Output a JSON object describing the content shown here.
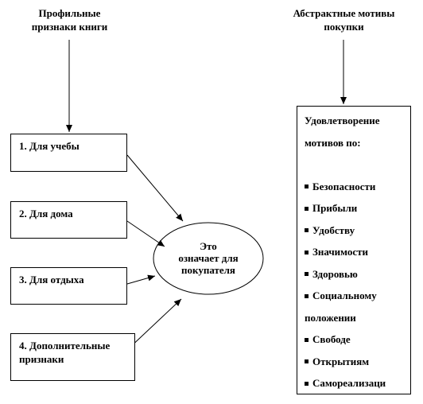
{
  "left_heading": [
    "Профильные",
    "признаки книги"
  ],
  "right_heading": [
    "Абстрактные мотивы",
    "покупки"
  ],
  "left_boxes": [
    {
      "label": "1. Для учебы"
    },
    {
      "label": "2. Для дома"
    },
    {
      "label": "3. Для отдыха"
    },
    {
      "label": "4. Дополнительные признаки"
    }
  ],
  "center": {
    "lines": [
      "Это",
      "означает для",
      "покупателя"
    ]
  },
  "right_box": {
    "title_lines": [
      "Удовлетворение",
      "мотивов по:"
    ],
    "items": [
      "Безопасности",
      "Прибыли",
      "Удобству",
      "Значимости",
      "Здоровью",
      "Социальному положении",
      "Свободе",
      "Открытиям",
      "Самореализаци"
    ]
  }
}
